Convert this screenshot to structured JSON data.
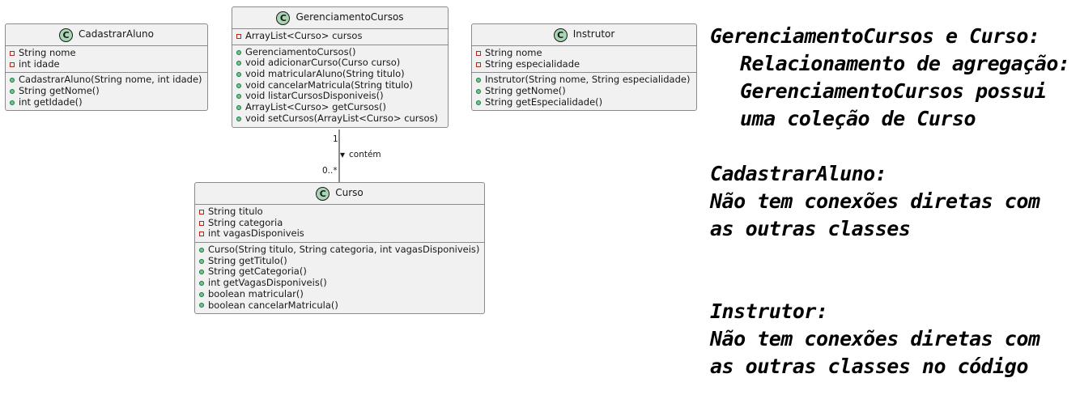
{
  "classes": {
    "cadastrar_aluno": {
      "name": "CadastrarAluno",
      "badge": "C",
      "attributes": [
        {
          "visibility": "private",
          "text": "String nome"
        },
        {
          "visibility": "private",
          "text": "int idade"
        }
      ],
      "methods": [
        {
          "visibility": "public",
          "text": "CadastrarAluno(String nome, int idade)"
        },
        {
          "visibility": "public",
          "text": "String getNome()"
        },
        {
          "visibility": "public",
          "text": "int getIdade()"
        }
      ]
    },
    "gerenciamento_cursos": {
      "name": "GerenciamentoCursos",
      "badge": "C",
      "attributes": [
        {
          "visibility": "private",
          "text": "ArrayList<Curso> cursos"
        }
      ],
      "methods": [
        {
          "visibility": "public",
          "text": "GerenciamentoCursos()"
        },
        {
          "visibility": "public",
          "text": "void adicionarCurso(Curso curso)"
        },
        {
          "visibility": "public",
          "text": "void matricularAluno(String titulo)"
        },
        {
          "visibility": "public",
          "text": "void cancelarMatricula(String titulo)"
        },
        {
          "visibility": "public",
          "text": "void listarCursosDisponiveis()"
        },
        {
          "visibility": "public",
          "text": "ArrayList<Curso> getCursos()"
        },
        {
          "visibility": "public",
          "text": "void setCursos(ArrayList<Curso> cursos)"
        }
      ]
    },
    "instrutor": {
      "name": "Instrutor",
      "badge": "C",
      "attributes": [
        {
          "visibility": "private",
          "text": "String nome"
        },
        {
          "visibility": "private",
          "text": "String especialidade"
        }
      ],
      "methods": [
        {
          "visibility": "public",
          "text": "Instrutor(String nome, String especialidade)"
        },
        {
          "visibility": "public",
          "text": "String getNome()"
        },
        {
          "visibility": "public",
          "text": "String getEspecialidade()"
        }
      ]
    },
    "curso": {
      "name": "Curso",
      "badge": "C",
      "attributes": [
        {
          "visibility": "private",
          "text": "String titulo"
        },
        {
          "visibility": "private",
          "text": "String categoria"
        },
        {
          "visibility": "private",
          "text": "int vagasDisponiveis"
        }
      ],
      "methods": [
        {
          "visibility": "public",
          "text": "Curso(String titulo, String categoria, int vagasDisponiveis)"
        },
        {
          "visibility": "public",
          "text": "String getTitulo()"
        },
        {
          "visibility": "public",
          "text": "String getCategoria()"
        },
        {
          "visibility": "public",
          "text": "int getVagasDisponiveis()"
        },
        {
          "visibility": "public",
          "text": "boolean matricular()"
        },
        {
          "visibility": "public",
          "text": "boolean cancelarMatricula()"
        }
      ]
    }
  },
  "association": {
    "from": "GerenciamentoCursos",
    "to": "Curso",
    "multiplicity_from": "1",
    "multiplicity_to": "0..*",
    "label": "contém",
    "direction_arrow": "▾"
  },
  "note": {
    "p1_title": "GerenciamentoCursos e Curso:",
    "p1_line1": "Relacionamento de agregação:",
    "p1_line2": "GerenciamentoCursos possui",
    "p1_line3": "uma coleção de Curso",
    "p2_title": "CadastrarAluno:",
    "p2_line1": "Não tem conexões diretas com",
    "p2_line2": "as outras classes",
    "p3_title": "Instrutor:",
    "p3_line1": "Não tem conexões diretas com",
    "p3_line2": "as outras classes no código"
  },
  "colors": {
    "class_fill": "#f1f1f1",
    "class_border": "#8a8a8a",
    "badge_fill": "#a8d5b4",
    "private_marker": "#b8261a",
    "public_marker": "#84be84"
  }
}
